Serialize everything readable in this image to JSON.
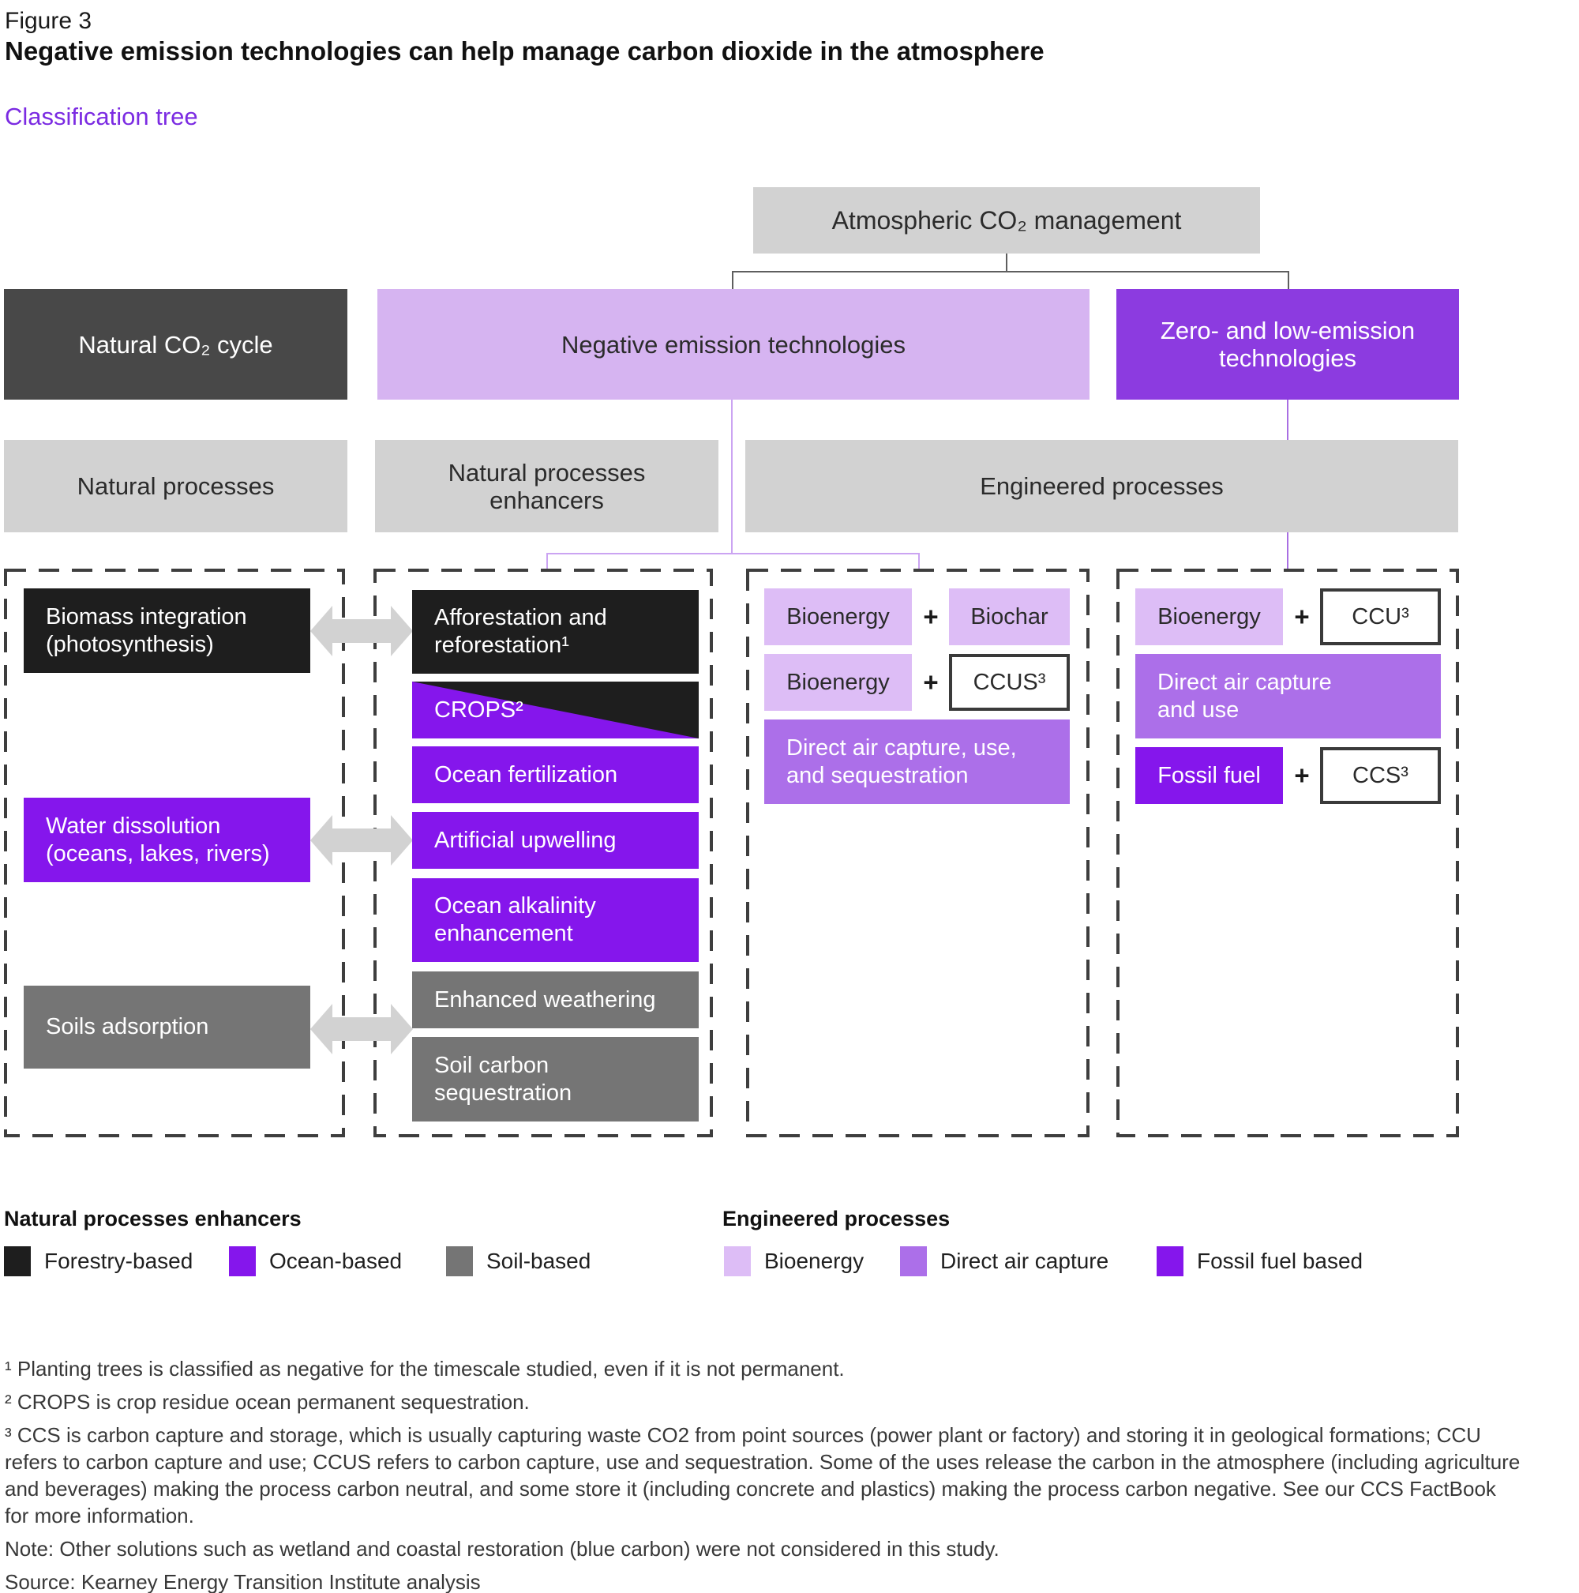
{
  "header": {
    "figure_label": "Figure 3",
    "title": "Negative emission technologies can help manage carbon dioxide in the atmosphere",
    "subtitle": "Classification tree"
  },
  "tree": {
    "root": {
      "label": "Atmospheric CO₂ management"
    },
    "level1": {
      "natural_cycle": "Natural CO₂ cycle",
      "net": "Negative emission technologies",
      "zero_low": "Zero- and low-emission\ntechnologies"
    },
    "level2": {
      "natural": "Natural processes",
      "enhancers": "Natural processes\nenhancers",
      "engineered": "Engineered processes"
    }
  },
  "natural_column": {
    "items": [
      {
        "label": "Biomass integration\n(photosynthesis)",
        "type": "forestry"
      },
      {
        "label": "Water dissolution\n(oceans, lakes, rivers)",
        "type": "ocean"
      },
      {
        "label": "Soils adsorption",
        "type": "soil"
      }
    ]
  },
  "enhancer_column": {
    "items": [
      {
        "label": "Afforestation and\nreforestation¹",
        "type": "forestry"
      },
      {
        "label": "CROPS²",
        "type": "forestry-ocean"
      },
      {
        "label": "Ocean fertilization",
        "type": "ocean"
      },
      {
        "label": "Artificial upwelling",
        "type": "ocean"
      },
      {
        "label": "Ocean alkalinity\nenhancement",
        "type": "ocean"
      },
      {
        "label": "Enhanced weathering",
        "type": "soil"
      },
      {
        "label": "Soil carbon\nsequestration",
        "type": "soil"
      }
    ]
  },
  "engineered_col1": {
    "row1_a": "Bioenergy",
    "row1_plus": "+",
    "row1_b": "Biochar",
    "row2_a": "Bioenergy",
    "row2_plus": "+",
    "row2_b": "CCUS³",
    "row3": "Direct air capture, use,\nand sequestration"
  },
  "engineered_col2": {
    "row1_a": "Bioenergy",
    "row1_plus": "+",
    "row1_b": "CCU³",
    "row2": "Direct air capture\nand use",
    "row3_a": "Fossil fuel",
    "row3_plus": "+",
    "row3_b": "CCS³"
  },
  "legend": {
    "group1": {
      "title": "Natural processes enhancers",
      "items": [
        {
          "label": "Forestry-based",
          "color": "#1E1E1E"
        },
        {
          "label": "Ocean-based",
          "color": "#8516EC"
        },
        {
          "label": "Soil-based",
          "color": "#757575"
        }
      ]
    },
    "group2": {
      "title": "Engineered processes",
      "items": [
        {
          "label": "Bioenergy",
          "color": "#DDBDF6"
        },
        {
          "label": "Direct air capture",
          "color": "#AC6FE9"
        },
        {
          "label": "Fossil fuel based",
          "color": "#8516EC"
        }
      ]
    }
  },
  "footnotes": [
    "¹ Planting trees is classified as negative for the timescale studied, even if it is not permanent.",
    "² CROPS is crop residue ocean permanent sequestration.",
    "³ CCS is carbon capture and storage, which is usually capturing waste CO2 from point sources (power plant or factory) and storing it in geological formations; CCU refers to carbon capture and use; CCUS refers to carbon capture, use and sequestration. Some of the uses release the carbon in the atmosphere (including agriculture and beverages) making the process carbon neutral, and some store it (including concrete and plastics) making the process carbon negative. See our CCS FactBook for more information."
  ],
  "note": "Note: Other solutions such as wetland and coastal restoration (blue carbon) were not considered in this study.",
  "source": "Source: Kearney Energy Transition Institute analysis",
  "colors": {
    "accent_purple": "#7B2BE2",
    "box_black": "#1E1E1E",
    "box_dark_gray": "#484848",
    "box_mid_gray": "#757575",
    "box_light_gray": "#D2D2D2",
    "purple_bright": "#8516EC",
    "purple_medium": "#AC6FE9",
    "purple_light": "#DDBDF6",
    "purple_net_box": "#D6B4F1",
    "purple_zero_box": "#8C3BE0",
    "dashed_border": "#3E3E3E"
  }
}
